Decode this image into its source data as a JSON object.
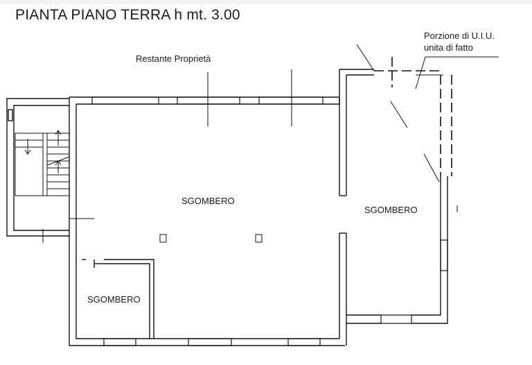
{
  "plan": {
    "title": "PIANTA PIANO TERRA h mt. 3.00",
    "restante_label": "Restante Proprietà",
    "porzione_line1": "Porzione di U.I.U.",
    "porzione_line2": "unita di fatto",
    "rooms": [
      {
        "label": "SGOMBERO"
      },
      {
        "label": "SGOMBERO"
      },
      {
        "label": "SGOMBERO"
      }
    ],
    "colors": {
      "wall": "#111111",
      "background": "#ffffff",
      "dashed": "#222222"
    }
  }
}
